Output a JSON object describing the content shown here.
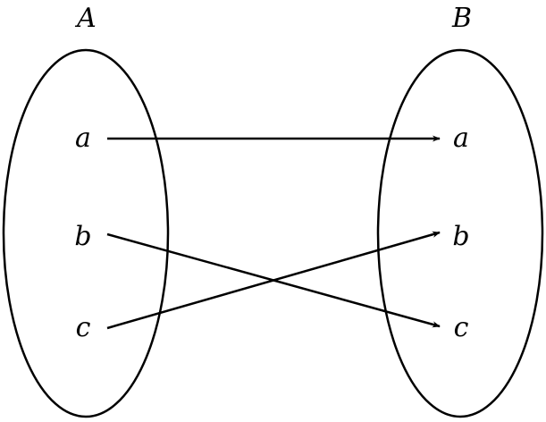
{
  "sets": [
    {
      "name": "A",
      "elements": [
        "a",
        "b",
        "c"
      ]
    },
    {
      "name": "B",
      "elements": [
        "a",
        "b",
        "c"
      ]
    }
  ],
  "mapping": [
    {
      "from": "a",
      "to": "a"
    },
    {
      "from": "b",
      "to": "c"
    },
    {
      "from": "c",
      "to": "b"
    }
  ],
  "colors": {
    "stroke": "#000000",
    "background": "#ffffff"
  }
}
